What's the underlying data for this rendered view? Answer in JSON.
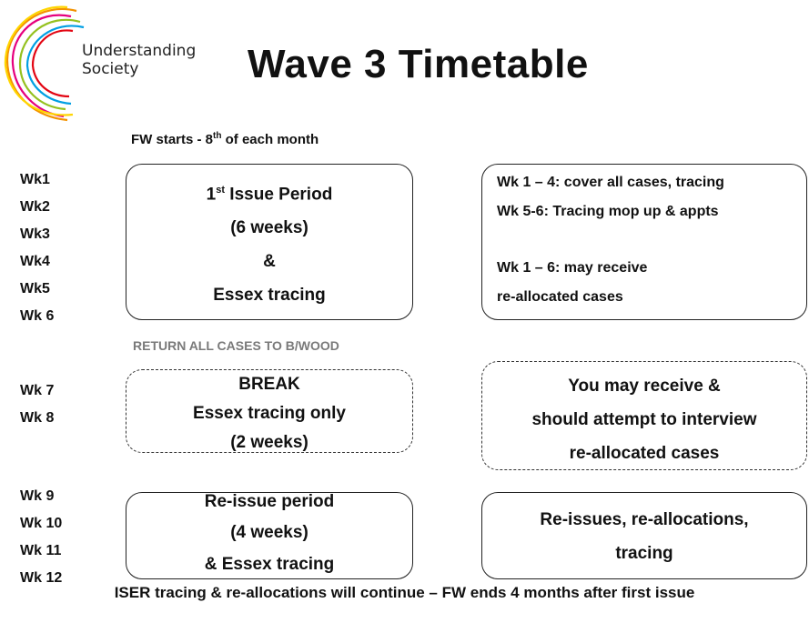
{
  "logo": {
    "line1": "Understanding",
    "line2": "Society"
  },
  "title": "Wave 3 Timetable",
  "fw_starts": {
    "prefix": "FW starts - 8",
    "sup": "th",
    "suffix": " of each month"
  },
  "period1": {
    "weeks": [
      "Wk1",
      "Wk2",
      "Wk3",
      "Wk4",
      "Wk5",
      "Wk 6"
    ],
    "box": {
      "line1_num": "1",
      "line1_sup": "st",
      "line1_rest": " Issue Period",
      "line2": "(6 weeks)",
      "line3": "&",
      "line4": "Essex tracing"
    },
    "notes": [
      "Wk 1 – 4: cover all cases, tracing",
      "Wk 5-6: Tracing mop up & appts",
      "Wk 1 – 6: may receive",
      "re-allocated cases"
    ]
  },
  "return_label": "RETURN ALL CASES TO B/WOOD",
  "period2": {
    "weeks": [
      "Wk 7",
      "Wk 8"
    ],
    "box": [
      "BREAK",
      "Essex tracing only",
      "(2 weeks)"
    ],
    "notes": [
      "You may receive &",
      "should attempt to interview",
      "re-allocated cases"
    ]
  },
  "period3": {
    "weeks": [
      "Wk 9",
      "Wk 10",
      "Wk 11",
      "Wk 12"
    ],
    "box": [
      "Re-issue period",
      "(4 weeks)",
      "& Essex tracing"
    ],
    "notes": [
      "Re-issues, re-allocations,",
      "tracing"
    ]
  },
  "footer": "ISER tracing & re-allocations will continue – FW ends 4 months after first issue"
}
